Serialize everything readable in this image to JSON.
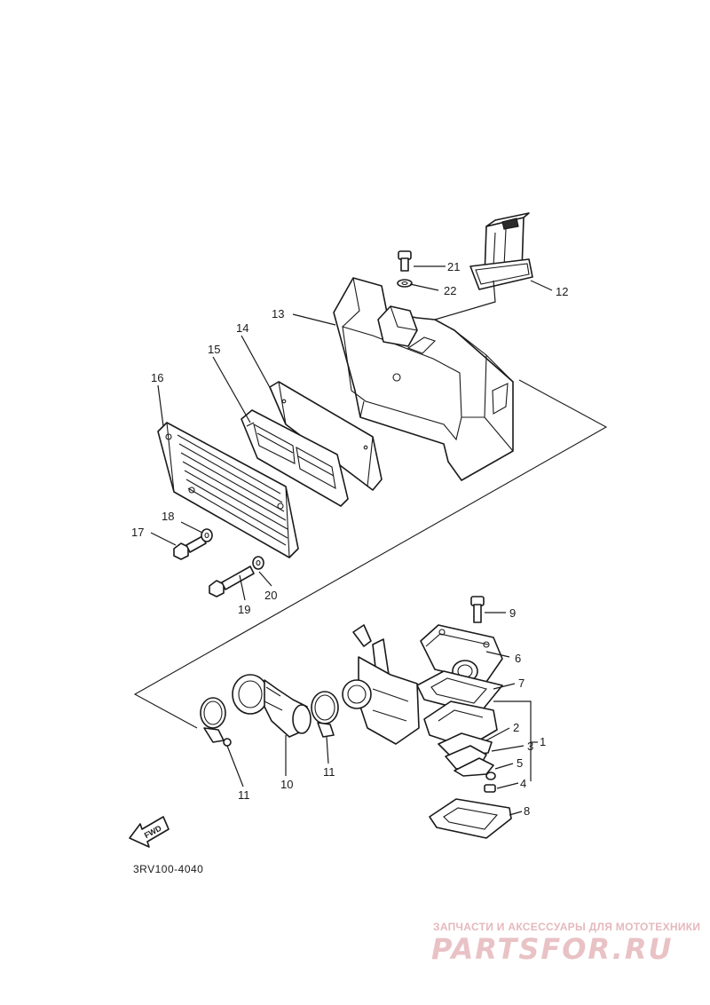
{
  "callouts": {
    "c1": "1",
    "c2": "2",
    "c3": "3",
    "c4": "4",
    "c5": "5",
    "c6": "6",
    "c7": "7",
    "c8": "8",
    "c9": "9",
    "c10": "10",
    "c11a": "11",
    "c11b": "11",
    "c12": "12",
    "c13": "13",
    "c14": "14",
    "c15": "15",
    "c16": "16",
    "c17": "17",
    "c18": "18",
    "c19": "19",
    "c20": "20",
    "c21": "21",
    "c22": "22"
  },
  "fwd_label": "FWD",
  "diagram_code": "3RV100-4040",
  "watermark": {
    "tagline": "ЗАПЧАСТИ И АКСЕССУАРЫ ДЛЯ МОТОТЕХНИКИ",
    "logo": "PARTSFOR.RU"
  },
  "colors": {
    "line": "#1a1a1a",
    "background": "#ffffff",
    "watermark": "#e5b8bc"
  }
}
